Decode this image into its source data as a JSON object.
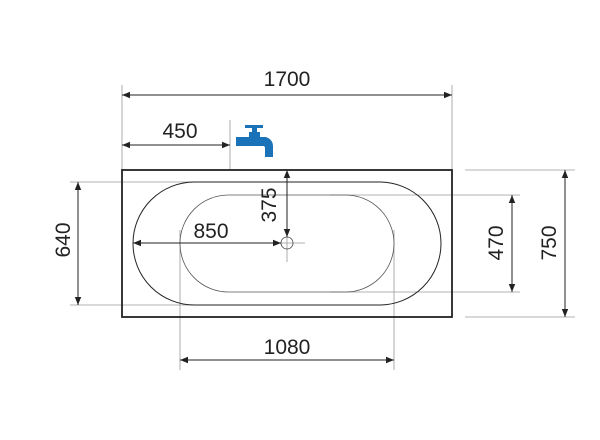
{
  "drawing": {
    "title": "Bathtub dimension drawing",
    "dimensions": {
      "overall_length": "1700",
      "faucet_offset": "450",
      "inner_top_length": "850",
      "drain_offset": "375",
      "outer_bowl_width": "640",
      "inner_bowl_width": "470",
      "overall_width": "750",
      "inner_bottom_length": "1080"
    },
    "icons": {
      "faucet": "faucet-icon",
      "drain": "drain-icon"
    },
    "colors": {
      "faucet": "#1a72b9",
      "lines": "#222222"
    }
  }
}
